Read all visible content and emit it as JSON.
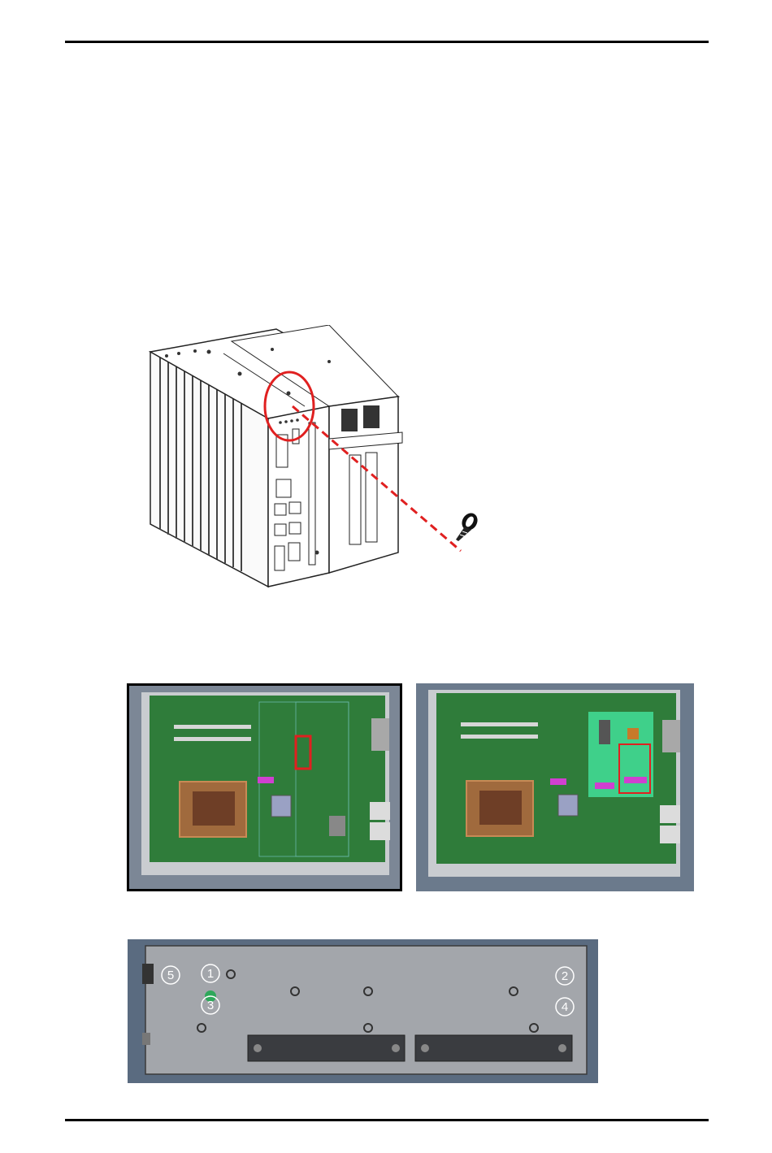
{
  "colors": {
    "rule": "#000000",
    "highlight_red": "#e02020",
    "pcb_green": "#2e7d3a",
    "chassis_gray": "#9da2a8",
    "frame_blue_gray": "#6b7a8c"
  },
  "figures": {
    "device": {
      "icon": "device-chassis-icon",
      "screw_icon": "screw-icon"
    },
    "board_before": {
      "icon": "motherboard-icon"
    },
    "board_after": {
      "icon": "motherboard-with-module-icon"
    },
    "bottom_plate": {
      "icon": "bottom-plate-icon",
      "screw_labels": [
        "5",
        "1",
        "2",
        "3",
        "4"
      ]
    }
  }
}
